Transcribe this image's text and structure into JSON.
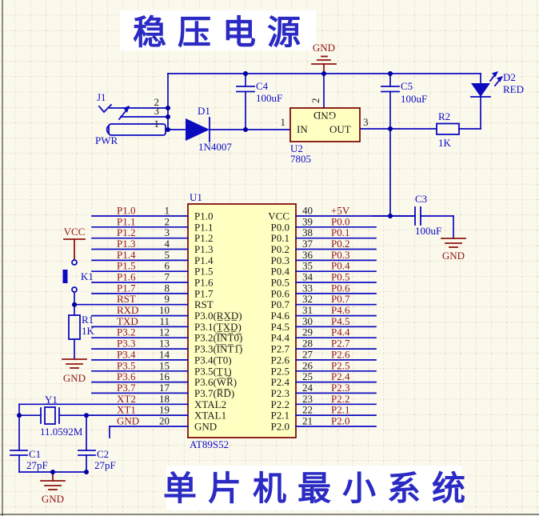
{
  "titles": {
    "top": "稳压电源",
    "bottom": "单片机最小系统"
  },
  "colors": {
    "wire_blue": "#0B0BC0",
    "designator_blue": "#0B0BC8",
    "net_label_maroon": "#8F1511",
    "chip_fill": "#FFFFC2",
    "chip_border": "#7A0000",
    "title_blue": "#2B2BC4",
    "background": "#FBF8EC",
    "grid": "#D8CFBA"
  },
  "power_supply": {
    "gnd_top": "GND",
    "j1": {
      "ref": "J1",
      "name": "PWR",
      "pin_top": "2",
      "pin_mid": "3",
      "pin_bottom": "1"
    },
    "d1": {
      "ref": "D1",
      "value": "1N4007"
    },
    "c4": {
      "ref": "C4",
      "value": "100uF"
    },
    "u2": {
      "ref": "U2",
      "value": "7805",
      "pin_in": "IN",
      "pin_out": "OUT",
      "pin_gnd": "GND",
      "num_in": "1",
      "num_gnd": "2",
      "num_out": "3"
    },
    "c5": {
      "ref": "C5",
      "value": "100uF"
    },
    "r2": {
      "ref": "R2",
      "value": "1K"
    },
    "d2": {
      "ref": "D2",
      "value": "RED"
    }
  },
  "mcu": {
    "u1": {
      "ref": "U1",
      "part": "AT89S52",
      "left_pins": [
        {
          "num": "1",
          "net": "P1.0",
          "label": "P1.0"
        },
        {
          "num": "2",
          "net": "P1.1",
          "label": "P1.1"
        },
        {
          "num": "3",
          "net": "P1.2",
          "label": "P1.2"
        },
        {
          "num": "4",
          "net": "P1.3",
          "label": "P1.3"
        },
        {
          "num": "5",
          "net": "P1.4",
          "label": "P1.4"
        },
        {
          "num": "6",
          "net": "P1.5",
          "label": "P1.5"
        },
        {
          "num": "7",
          "net": "P1.6",
          "label": "P1.6"
        },
        {
          "num": "8",
          "net": "P1.7",
          "label": "P1.7"
        },
        {
          "num": "9",
          "net": "RST",
          "label": "RST"
        },
        {
          "num": "10",
          "net": "RXD",
          "label": "P3.0(R̲X̲D̲)"
        },
        {
          "num": "11",
          "net": "TXD",
          "label": "P3.1(T̲X̲D̲)"
        },
        {
          "num": "12",
          "net": "P3.2",
          "label": "P3.2(I̅N̅T̅0̅)"
        },
        {
          "num": "13",
          "net": "P3.3",
          "label": "P3.3(I̅N̅T̅1̅)"
        },
        {
          "num": "14",
          "net": "P3.4",
          "label": "P3.4(T0)"
        },
        {
          "num": "15",
          "net": "P3.5",
          "label": "P3.5(T̲1̲)"
        },
        {
          "num": "16",
          "net": "P3.6",
          "label": "P3.6(W̅R̅)"
        },
        {
          "num": "17",
          "net": "P3.7",
          "label": "P3.7(R̅D̅)"
        },
        {
          "num": "18",
          "net": "XT2",
          "label": "XTAL2"
        },
        {
          "num": "19",
          "net": "XT1",
          "label": "XTAL1"
        },
        {
          "num": "20",
          "net": "GND",
          "label": "GND"
        }
      ],
      "right_pins": [
        {
          "num": "40",
          "net": "+5V",
          "label": "VCC"
        },
        {
          "num": "39",
          "net": "P0.0",
          "label": "P0.0"
        },
        {
          "num": "38",
          "net": "P0.1",
          "label": "P0.1"
        },
        {
          "num": "37",
          "net": "P0.2",
          "label": "P0.2"
        },
        {
          "num": "36",
          "net": "P0.3",
          "label": "P0.3"
        },
        {
          "num": "35",
          "net": "P0.4",
          "label": "P0.4"
        },
        {
          "num": "34",
          "net": "P0.5",
          "label": "P0.5"
        },
        {
          "num": "33",
          "net": "P0.6",
          "label": "P0.6"
        },
        {
          "num": "32",
          "net": "P0.7",
          "label": "P0.7"
        },
        {
          "num": "31",
          "net": "P4.6",
          "label": "P4.6"
        },
        {
          "num": "30",
          "net": "P4.5",
          "label": "P4.5"
        },
        {
          "num": "29",
          "net": "P4.4",
          "label": "P4.4"
        },
        {
          "num": "28",
          "net": "P2.7",
          "label": "P2.7"
        },
        {
          "num": "27",
          "net": "P2.6",
          "label": "P2.6"
        },
        {
          "num": "26",
          "net": "P2.5",
          "label": "P2.5"
        },
        {
          "num": "25",
          "net": "P2.4",
          "label": "P2.4"
        },
        {
          "num": "24",
          "net": "P2.3",
          "label": "P2.3"
        },
        {
          "num": "23",
          "net": "P2.2",
          "label": "P2.2"
        },
        {
          "num": "22",
          "net": "P2.1",
          "label": "P2.1"
        },
        {
          "num": "21",
          "net": "P2.0",
          "label": "P2.0"
        }
      ]
    },
    "vcc_label": "VCC",
    "k1": {
      "ref": "K1"
    },
    "r1": {
      "ref": "R1",
      "value": "1K"
    },
    "gnd_r1": "GND",
    "y1": {
      "ref": "Y1",
      "value": "11.0592M"
    },
    "c1": {
      "ref": "C1",
      "value": "27pF"
    },
    "c2": {
      "ref": "C2",
      "value": "27pF"
    },
    "gnd_xtal": "GND",
    "c3": {
      "ref": "C3",
      "value": "100uF"
    },
    "gnd_c3": "GND"
  }
}
